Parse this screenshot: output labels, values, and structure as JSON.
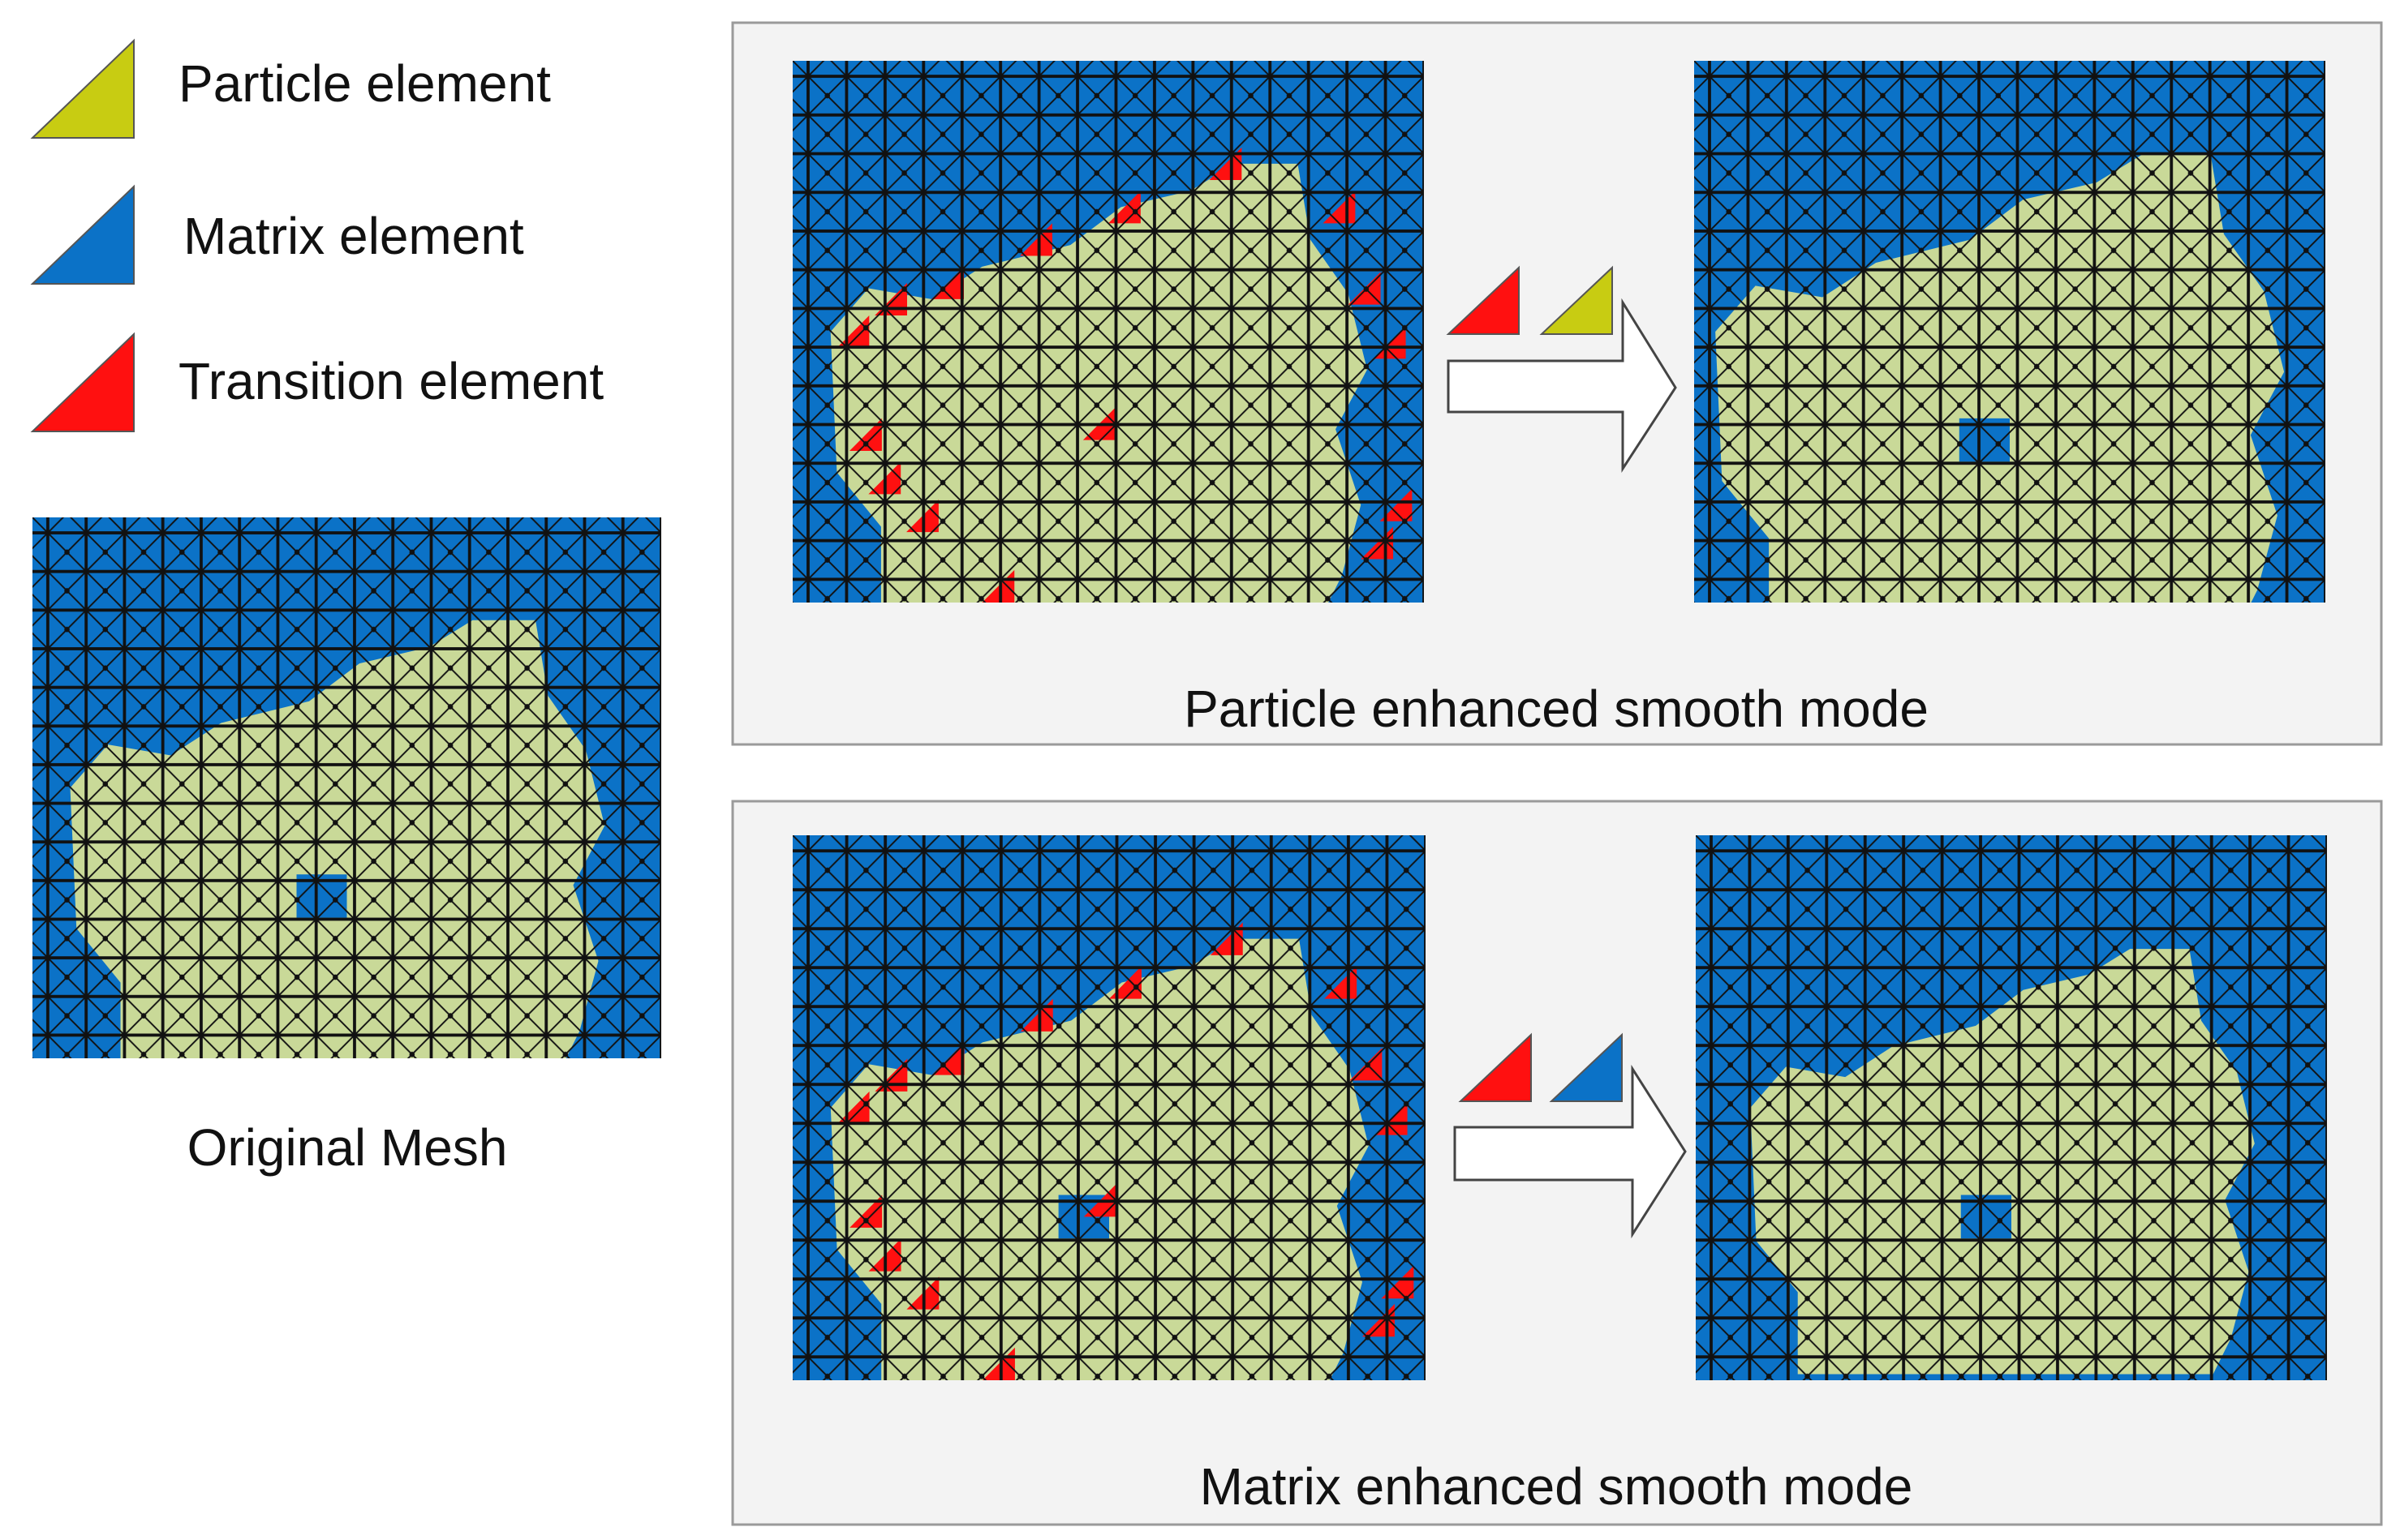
{
  "colors": {
    "particle": "#c9d998",
    "matrix": "#0b72c7",
    "transition": "#ff1010",
    "particle_legend": "#c8cc12",
    "grid": "#111111",
    "panel_border": "#9a9a9a",
    "panel_bg": "#f3f3f3"
  },
  "legend": [
    {
      "label": "Particle element",
      "color_key": "particle_legend",
      "icon": "particle-triangle-icon"
    },
    {
      "label": "Matrix element",
      "color_key": "matrix",
      "icon": "matrix-triangle-icon"
    },
    {
      "label": "Transition element",
      "color_key": "transition",
      "icon": "transition-triangle-icon"
    }
  ],
  "original": {
    "caption": "Original Mesh"
  },
  "panels": [
    {
      "caption": "Particle enhanced smooth mode",
      "mode": "particle",
      "arrow_icons": [
        "transition",
        "particle_legend"
      ]
    },
    {
      "caption": "Matrix enhanced smooth mode",
      "mode": "matrix",
      "arrow_icons": [
        "transition",
        "matrix"
      ]
    }
  ]
}
